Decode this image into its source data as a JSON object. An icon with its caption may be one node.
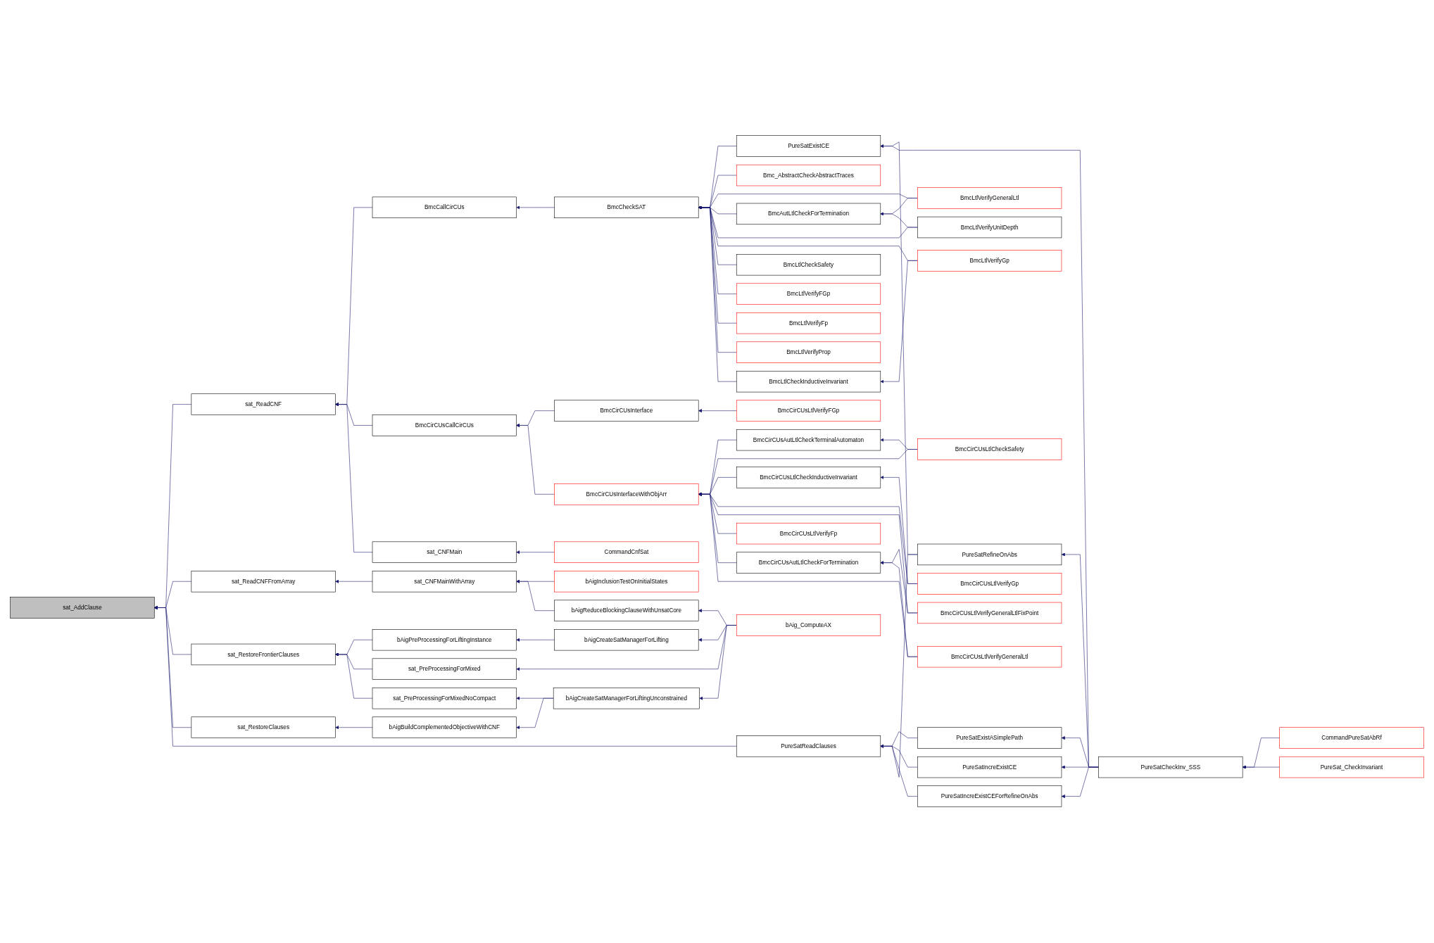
{
  "diagram": {
    "nodes": [
      {
        "text": [
          "sat_AddClause"
        ]
      },
      {
        "text": [
          "sat_ReadCNF"
        ]
      },
      {
        "text": [
          "sat_ReadCNFFromArray"
        ]
      },
      {
        "text": [
          "sat_RestoreFrontierClauses"
        ]
      },
      {
        "text": [
          "sat_RestoreClauses"
        ]
      },
      {
        "text": [
          "PureSatReadClauses"
        ]
      },
      {
        "text": [
          "BmcCallCirCUs"
        ]
      },
      {
        "text": [
          "BmcCirCUsCallCirCUs"
        ]
      },
      {
        "text": [
          "sat_CNFMain"
        ]
      },
      {
        "text": [
          "sat_CNFMainWithArray"
        ]
      },
      {
        "text": [
          "bAigPreProcessingForLiftingInstance"
        ]
      },
      {
        "text": [
          "sat_PreProcessingForMixed"
        ]
      },
      {
        "text": [
          "sat_PreProcessingForMixedNoCompact"
        ]
      },
      {
        "text": [
          "bAigBuildComplementedObjectiveWithCNF"
        ]
      },
      {
        "text": [
          "BmcCheckSAT"
        ]
      },
      {
        "text": [
          "BmcCirCUsInterface"
        ]
      },
      {
        "text": [
          "BmcCirCUsInterfaceWithObjArr"
        ]
      },
      {
        "text": [
          "CommandCnfSat"
        ]
      },
      {
        "text": [
          "bAigInclusionTestOnInitialStates"
        ]
      },
      {
        "text": [
          "bAigReduceBlockingClauseWithUnsatCore"
        ]
      },
      {
        "text": [
          "bAigCreateSatManagerForLifting"
        ]
      },
      {
        "text": [
          "bAigCreateSatManagerForLiftingUnconstrained"
        ]
      },
      {
        "text": [
          "PureSatExistCE"
        ]
      },
      {
        "text": [
          "Bmc_AbstractCheckAbstractTraces"
        ]
      },
      {
        "text": [
          "BmcAutLtlCheckForTermination"
        ]
      },
      {
        "text": [
          "BmcLtlCheckSafety"
        ]
      },
      {
        "text": [
          "BmcLtlVerifyFGp"
        ]
      },
      {
        "text": [
          "BmcLtlVerifyFp"
        ]
      },
      {
        "text": [
          "BmcLtlVerifyProp"
        ]
      },
      {
        "text": [
          "BmcLtlCheckInductiveInvariant"
        ]
      },
      {
        "text": [
          "BmcCirCUsLtlVerifyFGp"
        ]
      },
      {
        "text": [
          "BmcCirCUsAutLtlCheckTerminalAutomaton"
        ]
      },
      {
        "text": [
          "BmcCirCUsLtlCheckInductiveInvariant"
        ]
      },
      {
        "text": [
          "BmcCirCUsLtlVerifyFp"
        ]
      },
      {
        "text": [
          "BmcCirCUsAutLtlCheckForTermination"
        ]
      },
      {
        "text": [
          "bAig_ComputeAX"
        ]
      },
      {
        "text": [
          "PureSatExistASimplePath"
        ]
      },
      {
        "text": [
          "PureSatIncreExistCE"
        ]
      },
      {
        "text": [
          "PureSatIncreExistCEForRefineOnAbs"
        ]
      },
      {
        "text": [
          "PureSatRefineOnAbs"
        ]
      },
      {
        "text": [
          "BmcLtlVerifyGeneralLtl"
        ]
      },
      {
        "text": [
          "BmcLtlVerifyUnitDepth"
        ]
      },
      {
        "text": [
          "BmcLtlVerifyGp"
        ]
      },
      {
        "text": [
          "BmcCirCUsLtlCheckSafety"
        ]
      },
      {
        "text": [
          "BmcCirCUsLtlVerifyGp"
        ]
      },
      {
        "text": [
          "BmcCirCUsLtlVerifyGeneralLtlFixPoint"
        ]
      },
      {
        "text": [
          "BmcCirCUsLtlVerifyGeneralLtl"
        ]
      },
      {
        "text": [
          "PureSatCheckInv_SSS"
        ]
      },
      {
        "text": [
          "CommandPureSatAbRf"
        ]
      },
      {
        "text": [
          "PureSat_CheckInvariant"
        ]
      }
    ],
    "edges": [
      {
        "from": 1,
        "to": 0,
        "arrow": "to"
      },
      {
        "from": 2,
        "to": 0,
        "arrow": "to"
      },
      {
        "from": 3,
        "to": 0,
        "arrow": "to"
      },
      {
        "from": 4,
        "to": 0,
        "arrow": "to"
      },
      {
        "from": 5,
        "to": 0,
        "arrow": "to"
      },
      {
        "from": 6,
        "to": 1,
        "arrow": "to"
      },
      {
        "from": 7,
        "to": 1,
        "arrow": "to"
      },
      {
        "from": 8,
        "to": 1,
        "arrow": "to"
      },
      {
        "from": 9,
        "to": 2,
        "arrow": "to"
      },
      {
        "from": 10,
        "to": 3,
        "arrow": "to"
      },
      {
        "from": 11,
        "to": 3,
        "arrow": "to"
      },
      {
        "from": 12,
        "to": 3,
        "arrow": "to"
      },
      {
        "from": 13,
        "to": 4,
        "arrow": "to"
      },
      {
        "from": 14,
        "to": 6,
        "arrow": "to"
      },
      {
        "from": 15,
        "to": 7,
        "arrow": "to"
      },
      {
        "from": 16,
        "to": 7,
        "arrow": "to"
      },
      {
        "from": 17,
        "to": 8,
        "arrow": "to"
      },
      {
        "from": 18,
        "to": 9,
        "arrow": "to"
      },
      {
        "from": 19,
        "to": 9,
        "arrow": "to"
      },
      {
        "from": 20,
        "to": 10,
        "arrow": "to"
      },
      {
        "from": 35,
        "to": 11,
        "arrow": "to"
      },
      {
        "from": 21,
        "to": 12,
        "arrow": "to"
      },
      {
        "from": 21,
        "to": 13,
        "arrow": "to"
      },
      {
        "from": 35,
        "to": 19,
        "arrow": "to"
      },
      {
        "from": 35,
        "to": 20,
        "arrow": "to"
      },
      {
        "from": 35,
        "to": 21,
        "arrow": "to"
      },
      {
        "from": 22,
        "to": 14,
        "arrow": "to"
      },
      {
        "from": 23,
        "to": 14,
        "arrow": "to"
      },
      {
        "from": 40,
        "to": 14,
        "arrow": "to"
      },
      {
        "from": 24,
        "to": 14,
        "arrow": "to"
      },
      {
        "from": 41,
        "to": 14,
        "arrow": "to"
      },
      {
        "from": 42,
        "to": 14,
        "arrow": "to"
      },
      {
        "from": 25,
        "to": 14,
        "arrow": "to"
      },
      {
        "from": 26,
        "to": 14,
        "arrow": "to"
      },
      {
        "from": 27,
        "to": 14,
        "arrow": "to"
      },
      {
        "from": 28,
        "to": 14,
        "arrow": "to"
      },
      {
        "from": 29,
        "to": 14,
        "arrow": "to"
      },
      {
        "from": 30,
        "to": 15,
        "arrow": "to"
      },
      {
        "from": 31,
        "to": 16,
        "arrow": "to"
      },
      {
        "from": 43,
        "to": 16,
        "arrow": "to"
      },
      {
        "from": 32,
        "to": 16,
        "arrow": "to"
      },
      {
        "from": 44,
        "to": 16,
        "arrow": "to"
      },
      {
        "from": 45,
        "to": 16,
        "arrow": "to"
      },
      {
        "from": 33,
        "to": 16,
        "arrow": "to"
      },
      {
        "from": 34,
        "to": 16,
        "arrow": "to"
      },
      {
        "from": 46,
        "to": 16,
        "arrow": "to"
      },
      {
        "from": 36,
        "to": 5,
        "arrow": "to"
      },
      {
        "from": 37,
        "to": 5,
        "arrow": "to"
      },
      {
        "from": 38,
        "to": 5,
        "arrow": "to"
      },
      {
        "from": 39,
        "to": 5,
        "arrow": "to"
      },
      {
        "from": 39,
        "to": 22,
        "arrow": "to"
      },
      {
        "from": 47,
        "to": 22,
        "arrow": "to"
      },
      {
        "from": 40,
        "to": 24,
        "arrow": "to"
      },
      {
        "from": 41,
        "to": 24,
        "arrow": "to"
      },
      {
        "from": 42,
        "to": 29,
        "arrow": "to"
      },
      {
        "from": 43,
        "to": 31,
        "arrow": "to"
      },
      {
        "from": 44,
        "to": 32,
        "arrow": "to"
      },
      {
        "from": 45,
        "to": 34,
        "arrow": "to"
      },
      {
        "from": 46,
        "to": 34,
        "arrow": "to"
      },
      {
        "from": 47,
        "to": 36,
        "arrow": "to"
      },
      {
        "from": 47,
        "to": 37,
        "arrow": "to"
      },
      {
        "from": 47,
        "to": 38,
        "arrow": "to"
      },
      {
        "from": 47,
        "to": 39,
        "arrow": "to"
      },
      {
        "from": 48,
        "to": 47,
        "arrow": "to"
      },
      {
        "from": 49,
        "to": 47,
        "arrow": "to"
      }
    ]
  }
}
